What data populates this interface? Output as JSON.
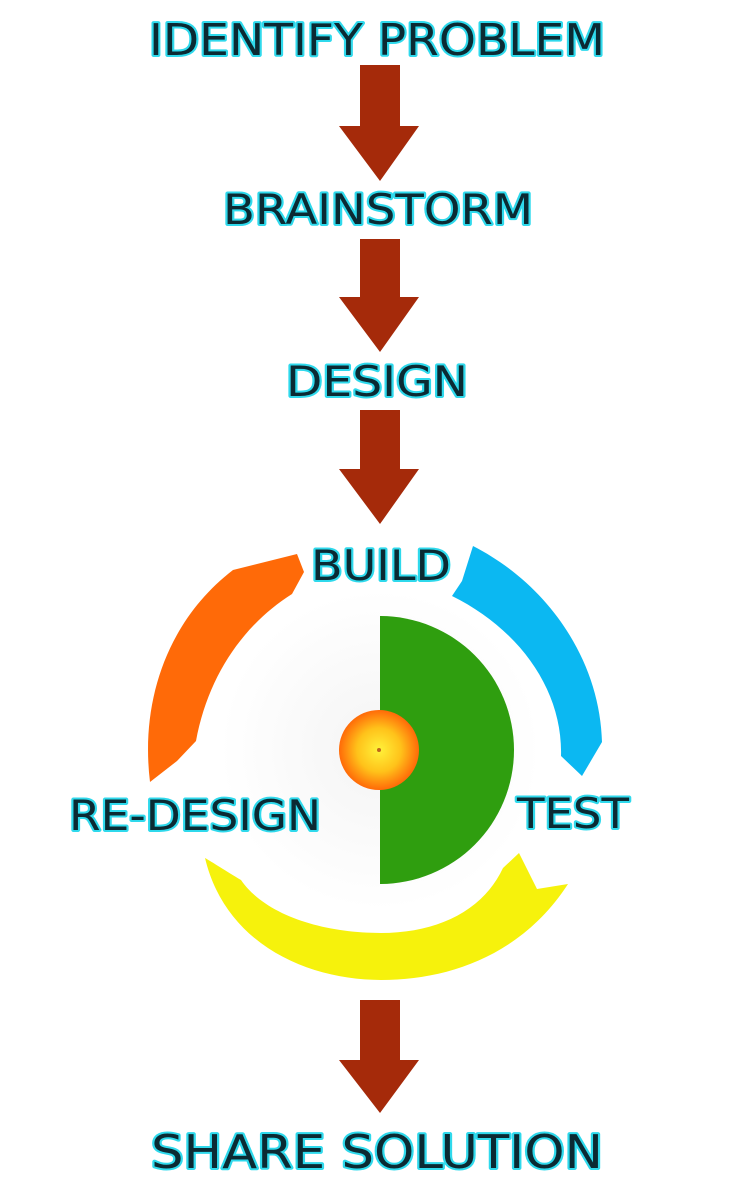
{
  "steps": {
    "identify_problem": "IDENTIFY PROBLEM",
    "brainstorm": "BRAINSTORM",
    "design": "DESIGN",
    "build": "BUILD",
    "test": "TEST",
    "re_design": "RE-DESIGN",
    "share_solution": "SHARE SOLUTION"
  },
  "colors": {
    "arrow": "#a52a0a",
    "label_fill": "#0b2a33",
    "label_outline": "#2fd9ec",
    "cycle_orange": "#ff6a08",
    "cycle_blue": "#0bb8f2",
    "cycle_yellow": "#f6f20c",
    "half_disc_green": "#2f9e0f",
    "center_ball_outer": "#ff6a08",
    "center_ball_inner": "#ffe21c"
  }
}
